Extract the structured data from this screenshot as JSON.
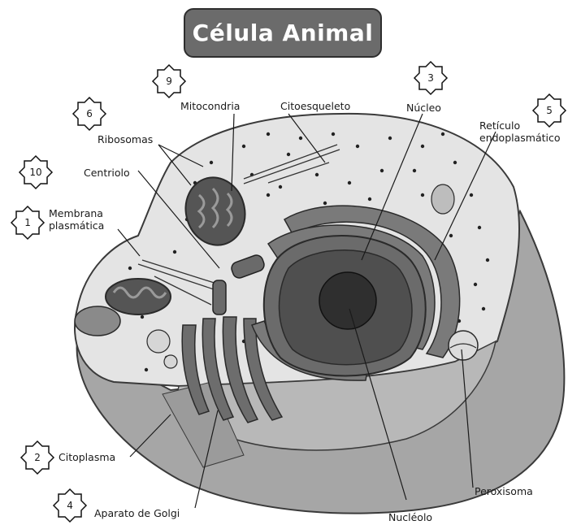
{
  "title": "Célula Animal",
  "labels": {
    "mitocondria": "Mitocondria",
    "citoesqueleto": "Citoesqueleto",
    "nucleo": "Núcleo",
    "reticulo_line1": "Retículo",
    "reticulo_line2": "endoplasmático",
    "ribosomas": "Ribosomas",
    "centriolo": "Centriolo",
    "membrana_line1": "Membrana",
    "membrana_line2": "plasmática",
    "citoplasma": "Citoplasma",
    "aparato_golgi": "Aparato de Golgi",
    "nucleolo": "Nucléolo",
    "peroxisoma": "Peroxisoma"
  },
  "badges": [
    "9",
    "3",
    "5",
    "6",
    "10",
    "1",
    "2",
    "4"
  ],
  "colors": {
    "outer_cell": "#a9a9a9",
    "cytoplasm": "#e4e4e4",
    "organelle_dark": "#5c5c5c",
    "organelle_mid": "#8a8a8a",
    "nucleolus": "#2f2f2f",
    "title_bg": "#6b6b6b"
  }
}
